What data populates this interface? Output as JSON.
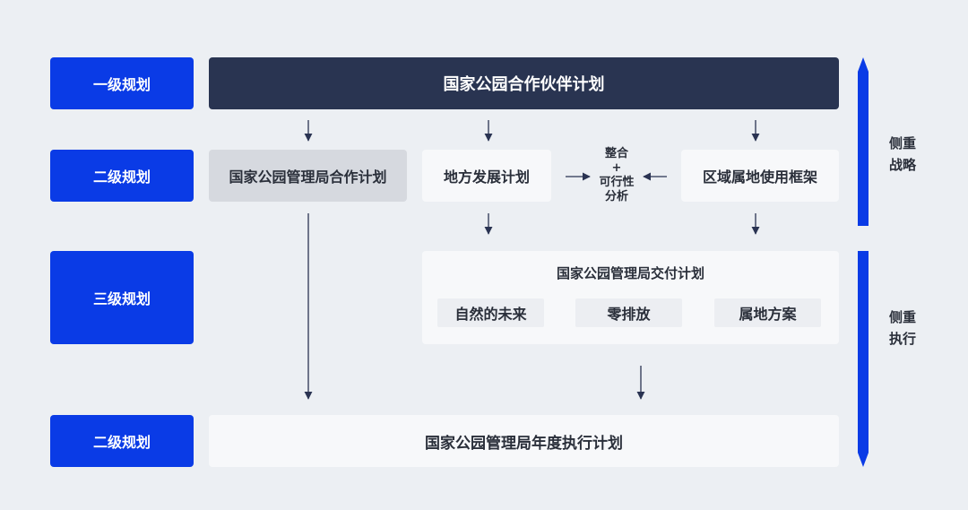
{
  "levels": {
    "l1": "一级规划",
    "l2": "二级规划",
    "l3": "三级规划",
    "l4": "二级规划"
  },
  "top_plan": "国家公园合作伙伴计划",
  "level2": {
    "left": "国家公园管理局合作计划",
    "middle": "地方发展计划",
    "right": "区域属地使用框架",
    "center_line1": "整合",
    "center_line2": "+",
    "center_line3": "可行性",
    "center_line4": "分析"
  },
  "level3": {
    "title": "国家公园管理局交付计划",
    "items": [
      "自然的未来",
      "零排放",
      "属地方案"
    ]
  },
  "bottom_plan": "国家公园管理局年度执行计划",
  "side": {
    "strategy_line1": "侧重",
    "strategy_line2": "战略",
    "execution_line1": "侧重",
    "execution_line2": "执行"
  },
  "colors": {
    "level_blue": "#0a3be6",
    "navy": "#293451",
    "arrow": "#2a3352",
    "background": "#eceff3"
  }
}
